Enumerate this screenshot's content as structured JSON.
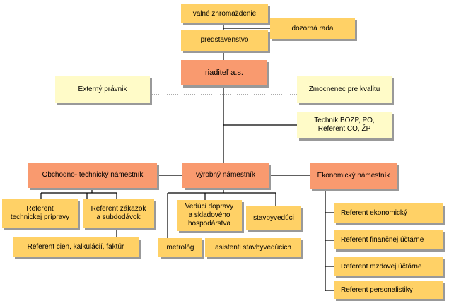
{
  "colors": {
    "yellow": "#ffd166",
    "orange": "#f99a6f",
    "cream": "#fffbc8",
    "line": "#000000",
    "shadow": "#999999"
  },
  "boxes": {
    "valne": "valné zhromaždenie",
    "dozorna": "dozorná rada",
    "predstavenstvo": "predstavenstvo",
    "riaditel": "riaditeľ a.s.",
    "externy": "Externý právnik",
    "zmocnenec": "Zmocnenec pre kvalitu",
    "technik": "Technik  BOZP, PO,\nReferent  CO, ŽP",
    "obchodno": "Obchodno- technický námestník",
    "vyrobny": "výrobný námestník",
    "ekonomicky": "Ekonomický námestník",
    "ref_tech": "Referent\ntechnickej  prípravy",
    "ref_zakazok": "Referent zákazok\na subdodávok",
    "ref_cien": "Referent cien, kalkulácií, faktúr",
    "veduci": "Vedúci  dopravy\na skladového\nhospodárstva",
    "stavbyveduci": "stavbyvedúci",
    "metrolog": "metrológ",
    "asistenti": "asistenti stavbyvedúcich",
    "ref_ekon": "Referent ekonomický",
    "ref_finan": "Referent finančnej účtárne",
    "ref_mzdovej": "Referent mzdovej účtárne",
    "ref_person": "Referent  personalistiky"
  }
}
